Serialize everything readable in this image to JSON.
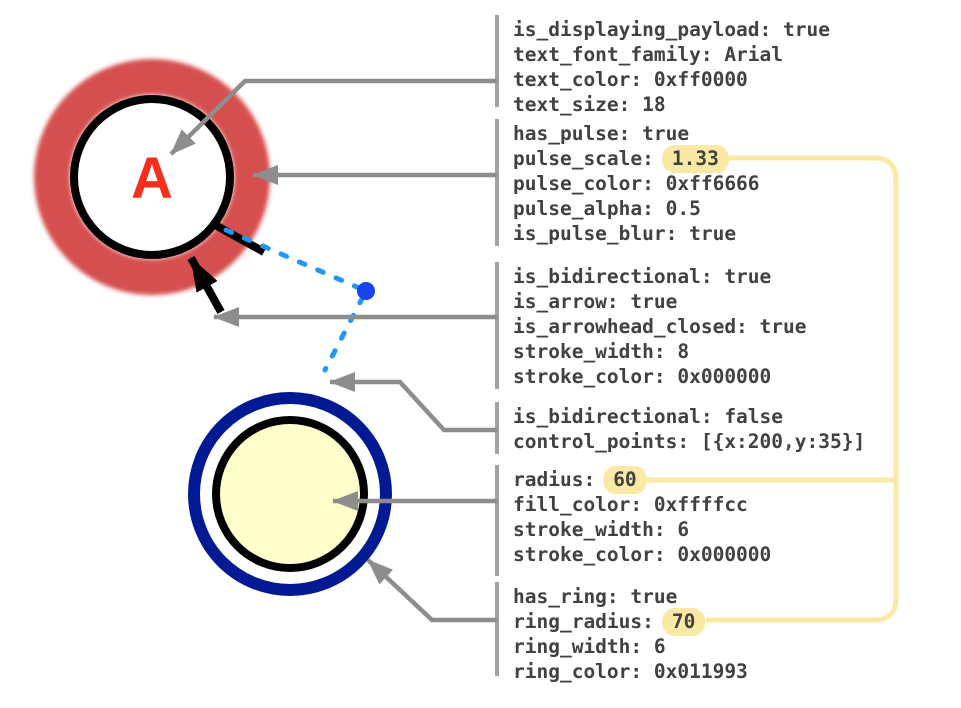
{
  "colors": {
    "background": "#ffffff",
    "annotation_text": "#414141",
    "leader_gray": "#8d8d8d",
    "bar_gray": "#a2a2a2",
    "highlight_yellow": "#f9e9a4",
    "pulse_render": "#d6504f",
    "node_a_fill": "#ffffff",
    "node_stroke_black": "#000000",
    "label_red": "#f4301d",
    "edge_dash_blue": "#2196f3",
    "control_point_blue": "#1744ec",
    "node_b_fill": "#ffffcc",
    "ring_navy": "#011993"
  },
  "node_a": {
    "label": "A"
  },
  "blocks": [
    {
      "lines": [
        "is_displaying_payload: true",
        "text_font_family: Arial",
        "text_color: 0xff0000",
        "text_size: 18"
      ]
    },
    {
      "lines": [
        "has_pulse: true",
        {
          "text": "pulse_scale:",
          "pill": "1.33"
        },
        "pulse_color: 0xff6666",
        "pulse_alpha: 0.5",
        "is_pulse_blur: true"
      ]
    },
    {
      "lines": [
        "is_bidirectional: true",
        "is_arrow: true",
        "is_arrowhead_closed: true",
        "stroke_width: 8",
        "stroke_color: 0x000000"
      ]
    },
    {
      "lines": [
        "is_bidirectional: false",
        "control_points: [{x:200,y:35}]"
      ]
    },
    {
      "lines": [
        {
          "text": "radius:",
          "pill": "60"
        },
        "fill_color: 0xffffcc",
        "stroke_width: 6",
        "stroke_color: 0x000000"
      ]
    },
    {
      "lines": [
        "has_ring: true",
        {
          "text": "ring_radius:",
          "pill": "70"
        },
        "ring_width: 6",
        "ring_color: 0x011993"
      ]
    }
  ]
}
